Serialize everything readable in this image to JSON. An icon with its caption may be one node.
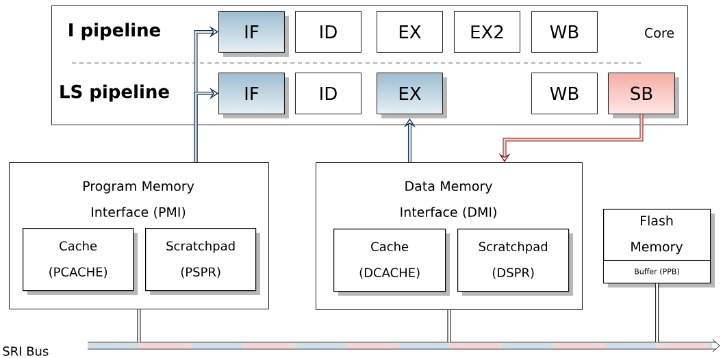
{
  "diagram": {
    "nodes": [
      {
        "text": [
          "Core"
        ]
      },
      {
        "text": [
          "IF"
        ],
        "in": 0
      },
      {
        "text": [
          "ID"
        ],
        "in": 0
      },
      {
        "text": [
          "EX"
        ],
        "in": 0
      },
      {
        "text": [
          "EX2"
        ],
        "in": 0
      },
      {
        "text": [
          "WB"
        ],
        "in": 0
      },
      {
        "text": [
          "IF"
        ],
        "in": 0
      },
      {
        "text": [
          "ID"
        ],
        "in": 0
      },
      {
        "text": [
          "EX"
        ],
        "in": 0
      },
      {
        "text": [
          "WB"
        ],
        "in": 0
      },
      {
        "text": [
          "SB"
        ],
        "in": 0
      },
      {
        "text": [
          "Program Memory Interface (PMI)"
        ]
      },
      {
        "text": [
          "Cache (PCACHE)"
        ],
        "in": 11
      },
      {
        "text": [
          "Scratchpad (PSPR)"
        ],
        "in": 11
      },
      {
        "text": [
          "Data Memory Interface (DMI)"
        ]
      },
      {
        "text": [
          "Cache (DCACHE)"
        ],
        "in": 14
      },
      {
        "text": [
          "Scratchpad (DSPR)"
        ],
        "in": 14
      },
      {
        "text": [
          "Flash Memory"
        ]
      },
      {
        "text": [
          "Buffer (PPB)"
        ],
        "in": 17
      },
      {
        "text": [
          "SRI Bus"
        ]
      }
    ],
    "edges": [
      {
        "from": 11,
        "to": 1,
        "arrow": "to",
        "color": "#0f2d48"
      },
      {
        "from": 11,
        "to": 6,
        "arrow": "to",
        "color": "#0f2d48"
      },
      {
        "from": 14,
        "to": 8,
        "arrow": "to",
        "color": "#0f2d48"
      },
      {
        "from": 10,
        "to": 14,
        "arrow": "to",
        "color": "#8b1a10"
      },
      {
        "from": 11,
        "to": 19,
        "arrow": "none"
      },
      {
        "from": 14,
        "to": 19,
        "arrow": "none"
      },
      {
        "from": 17,
        "to": 19,
        "arrow": "none"
      }
    ],
    "labels": [
      "I pipeline",
      "LS pipeline"
    ]
  }
}
